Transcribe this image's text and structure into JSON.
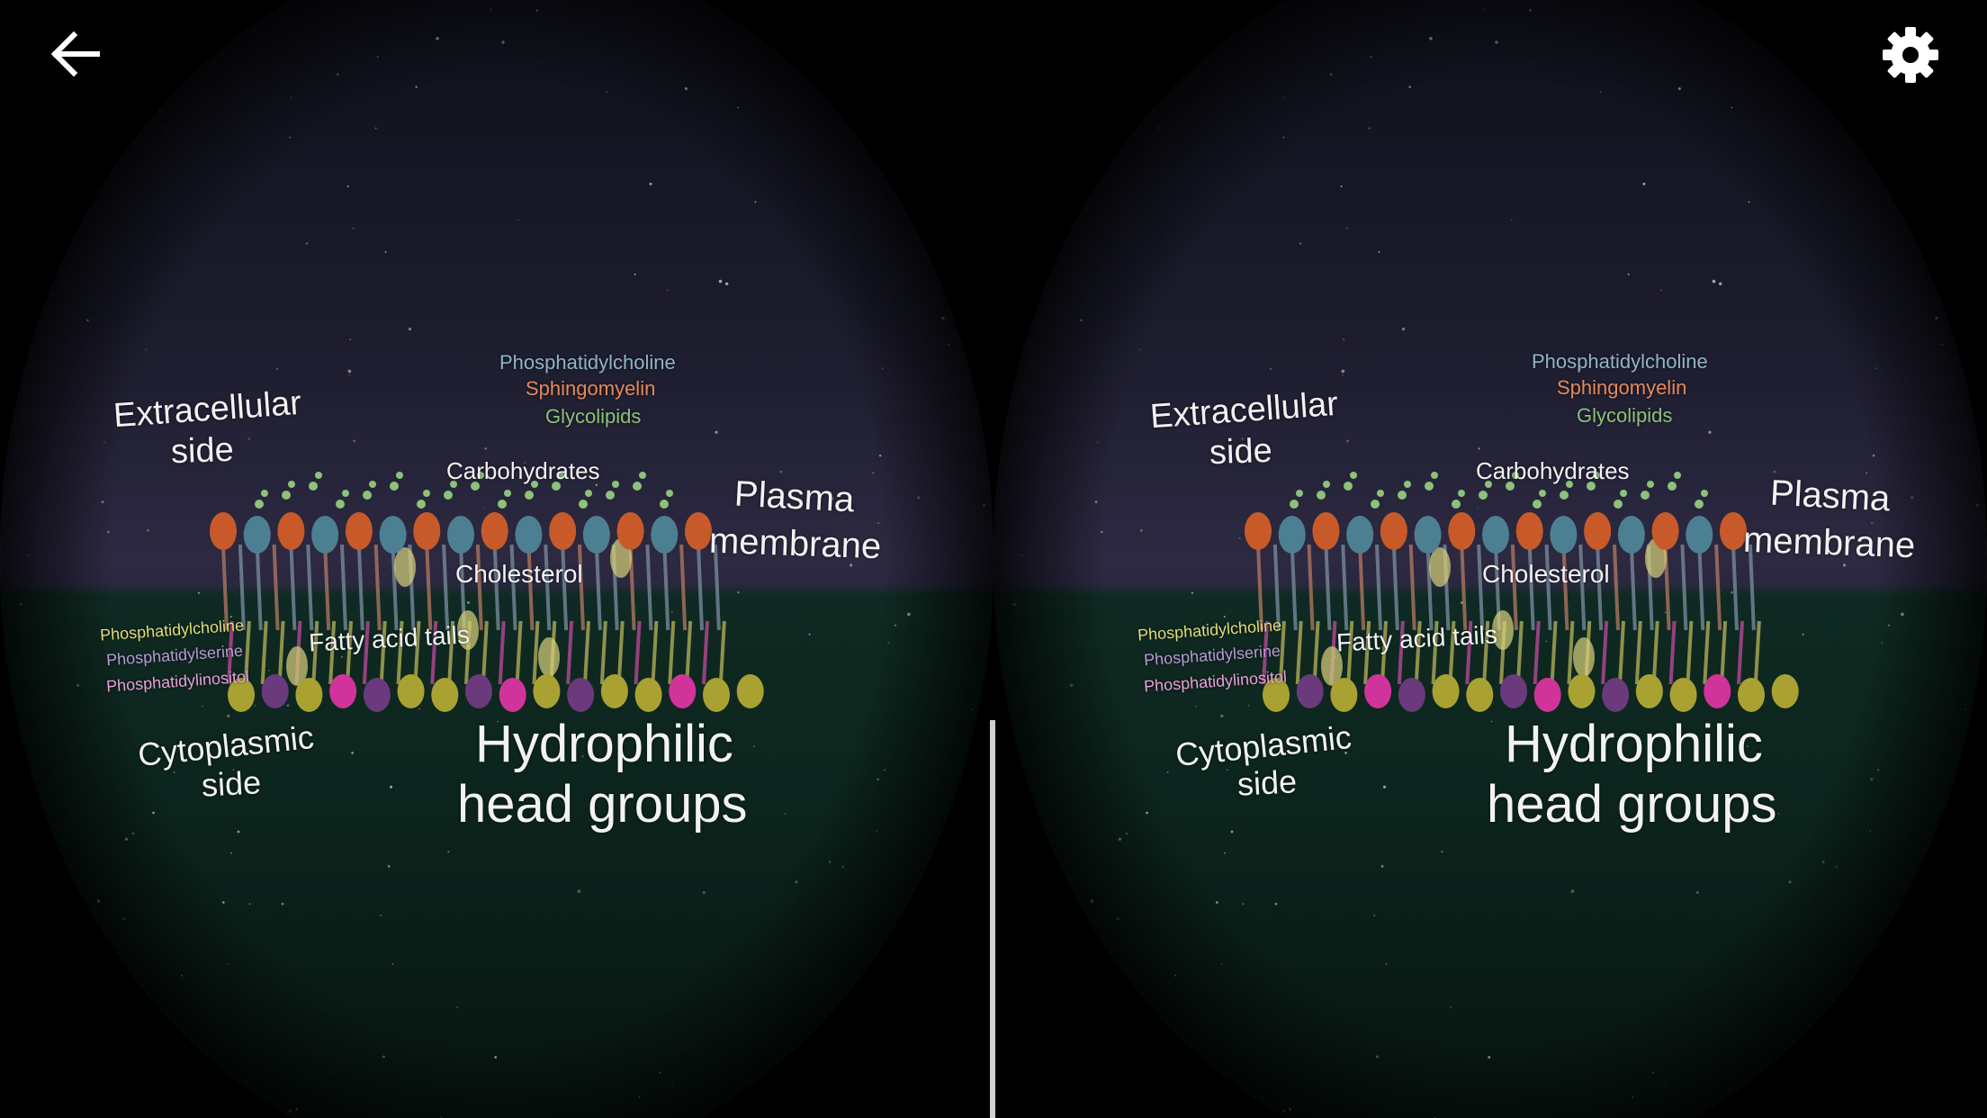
{
  "toolbar": {
    "back_icon": "arrow-left-icon",
    "settings_icon": "gear-icon"
  },
  "colors": {
    "phosphatidylcholine": "#8fb4c8",
    "sphingomyelin": "#e5885a",
    "glycolipids": "#8cc27a",
    "phosphatidylserine": "#b89ad6",
    "phosphatidylinositol": "#e8a0d8",
    "head_orange": "#c85a2a",
    "head_blue": "#4d7f92",
    "head_yellow": "#a9a233",
    "head_purple": "#6a3a7c",
    "head_magenta": "#d0349a"
  },
  "labels": {
    "extracellular": "Extracellular",
    "side": "side",
    "plasma": "Plasma",
    "membrane": "membrane",
    "carbohydrates": "Carbohydrates",
    "cholesterol": "Cholesterol",
    "fatty_acid_tails": "Fatty acid tails",
    "cytoplasmic": "Cytoplasmic",
    "hydrophilic": "Hydrophilic",
    "head_groups": "head groups",
    "outer_leaflet": [
      "Phosphatidylcholine",
      "Sphingomyelin",
      "Glycolipids"
    ],
    "inner_leaflet": [
      "Phosphatidylcholine",
      "Phosphatidylserine",
      "Phosphatidylinositol"
    ]
  }
}
